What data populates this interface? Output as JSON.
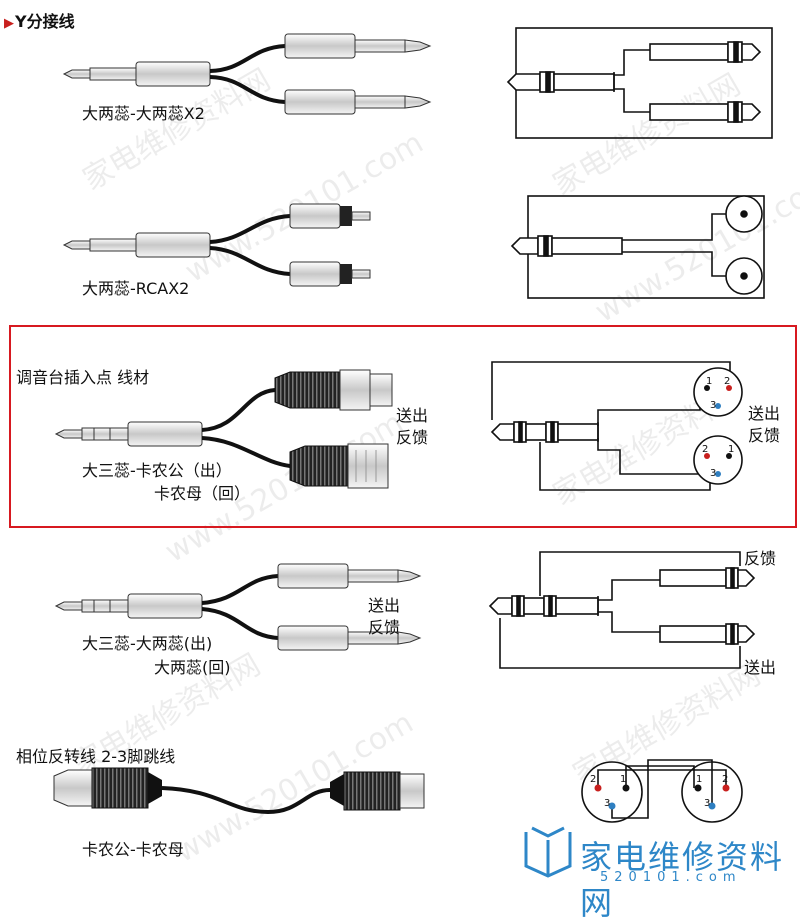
{
  "header": {
    "title": "Y分接线"
  },
  "sections": [
    {
      "label": "大两蕊-大两蕊X2"
    },
    {
      "label": "大两蕊-RCAX2"
    },
    {
      "title": "调音台插入点 线材",
      "label_1": "大三蕊-卡农公（出）",
      "label_2": "卡农母（回）",
      "side_top": "送出",
      "side_bottom": "反馈",
      "diagram_top": "送出",
      "diagram_bottom": "反馈"
    },
    {
      "label_1": "大三蕊-大两蕊(出)",
      "label_2": "大两蕊(回)",
      "side_top": "送出",
      "side_bottom": "反馈",
      "diagram_top": "反馈",
      "diagram_bottom": "送出"
    },
    {
      "title": "相位反转线 2-3脚跳线",
      "label": "卡农公-卡农母"
    }
  ],
  "xlr_pins": {
    "p1": "1",
    "p2": "2",
    "p3": "3"
  },
  "watermark": {
    "text": "家电维修资料网",
    "url": "www.520101.com"
  },
  "logo": {
    "text": "家电维修资料网",
    "url": "520101.com"
  },
  "colors": {
    "highlight": "#d71920",
    "pin_red": "#c8201e",
    "pin_blue": "#2f7fc1",
    "logo": "#2e87c8"
  }
}
